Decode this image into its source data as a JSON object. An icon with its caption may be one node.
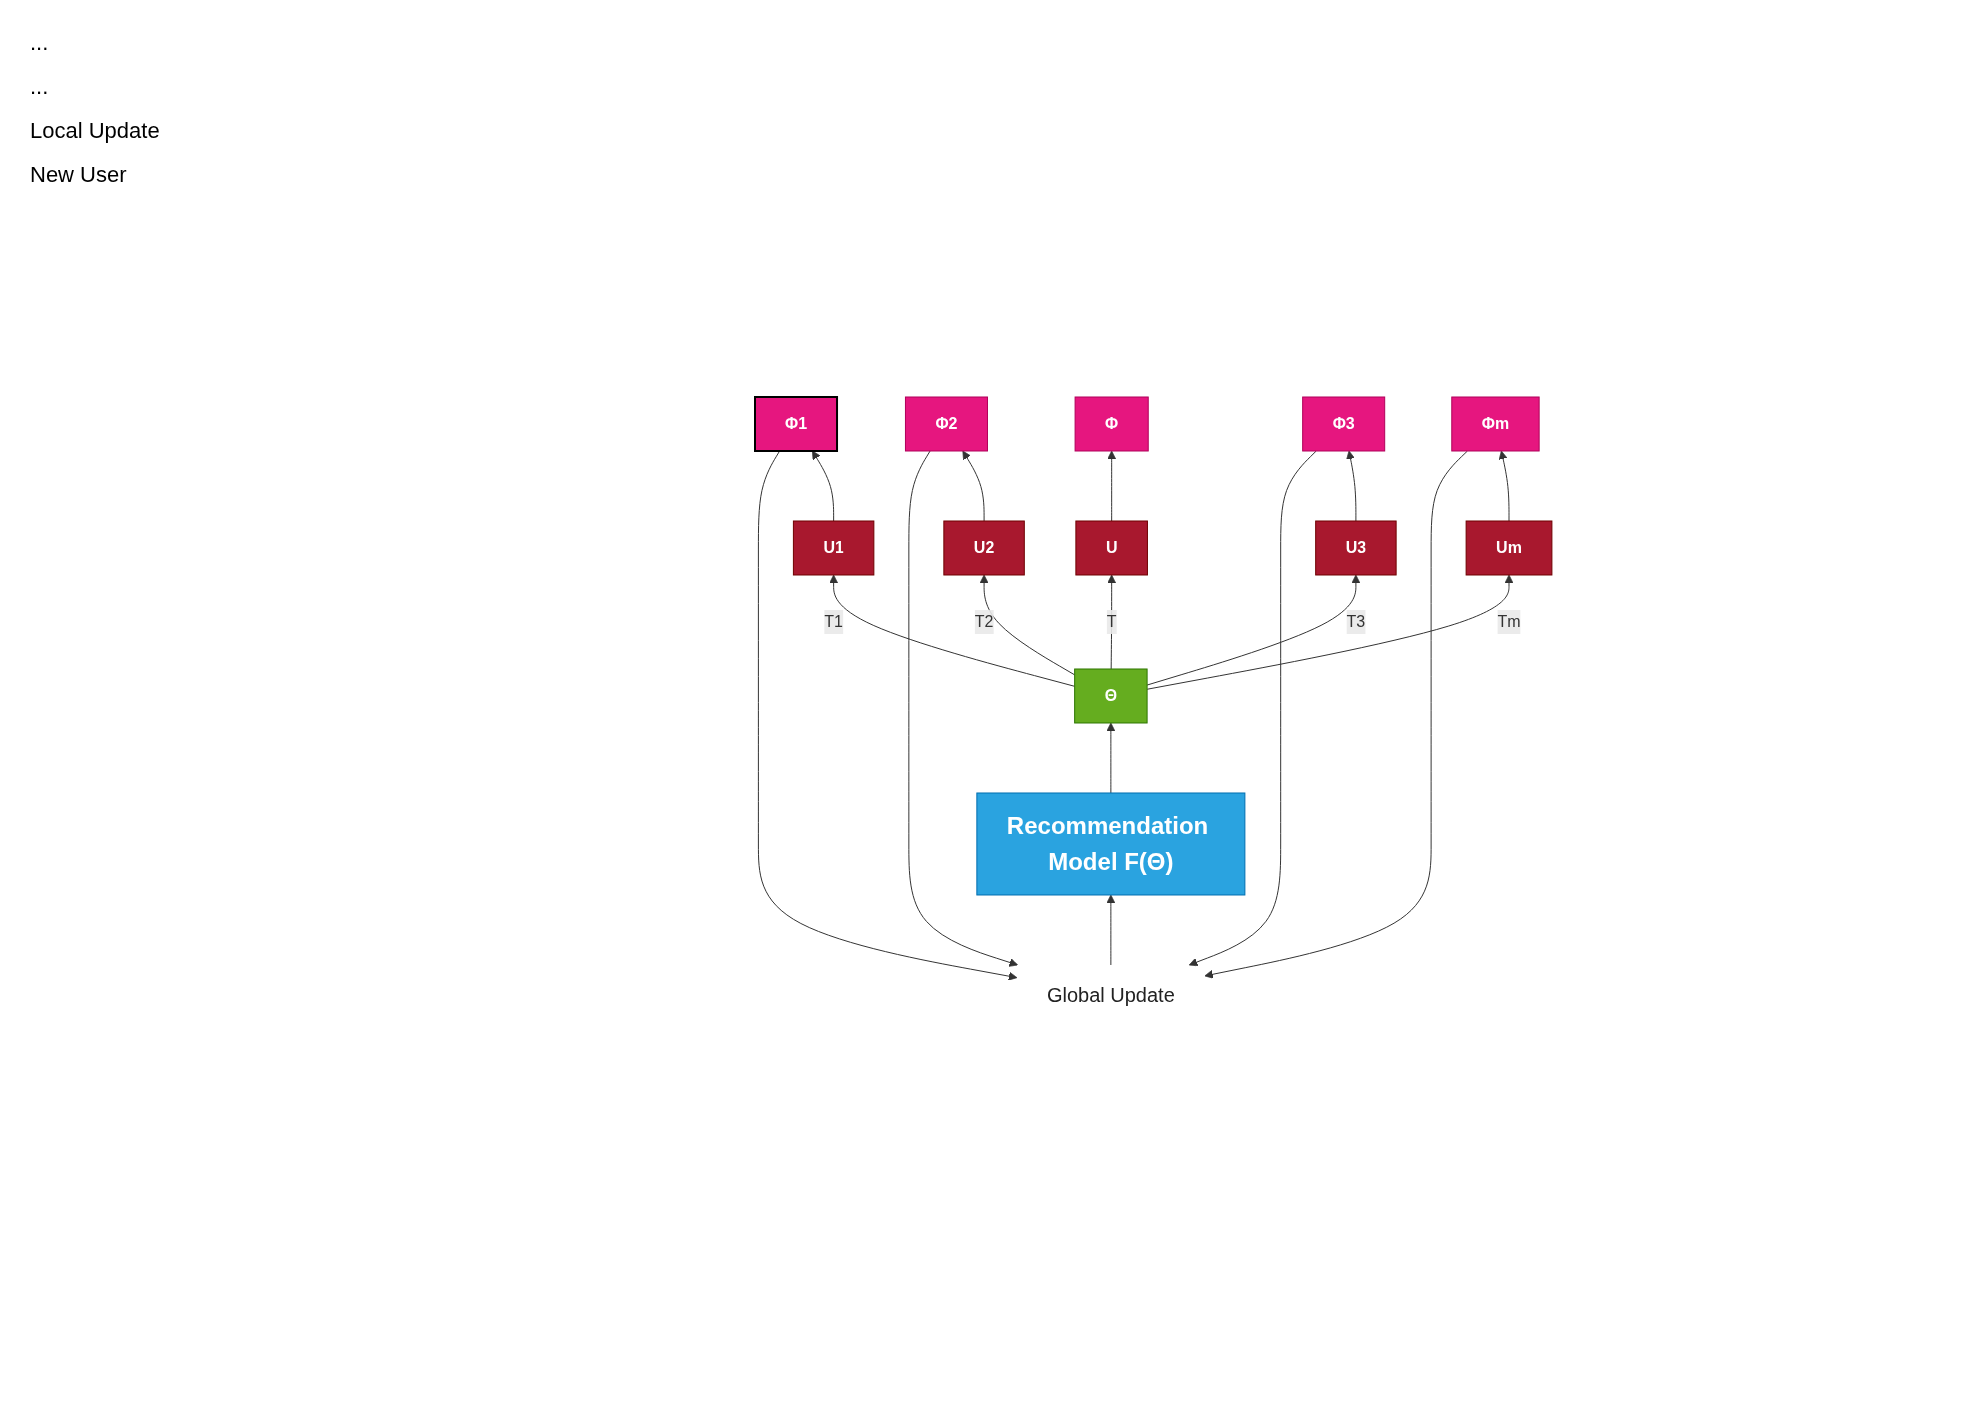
{
  "diagram": {
    "nodes": [
      {
        "text": [
          "Global Update"
        ]
      },
      {
        "text": [
          "Φ1"
        ]
      },
      {
        "text": [
          "Φ2"
        ]
      },
      {
        "text": [
          "Φ3"
        ]
      },
      {
        "text": [
          "Φm"
        ]
      },
      {
        "text": [
          "Φ"
        ]
      },
      {
        "text": [
          "U1"
        ]
      },
      {
        "text": [
          "U2"
        ]
      },
      {
        "text": [
          "U3"
        ]
      },
      {
        "text": [
          "Um"
        ]
      },
      {
        "text": [
          "U"
        ]
      },
      {
        "text": [
          "Θ"
        ]
      },
      {
        "text": [
          "Recommendation Model F(Θ)"
        ]
      }
    ],
    "edges": [
      {
        "from": 1,
        "to": 0,
        "arrow": "to"
      },
      {
        "from": 2,
        "to": 0,
        "arrow": "to"
      },
      {
        "from": 3,
        "to": 0,
        "arrow": "to"
      },
      {
        "from": 4,
        "to": 0,
        "arrow": "to"
      },
      {
        "from": 6,
        "to": 1,
        "arrow": "to"
      },
      {
        "from": 7,
        "to": 2,
        "arrow": "to"
      },
      {
        "from": 8,
        "to": 3,
        "arrow": "to"
      },
      {
        "from": 9,
        "to": 4,
        "arrow": "to"
      },
      {
        "from": 10,
        "to": 5,
        "arrow": "to"
      },
      {
        "from": 11,
        "to": 6,
        "label": "T1",
        "arrow": "to"
      },
      {
        "from": 11,
        "to": 7,
        "label": "T2",
        "arrow": "to"
      },
      {
        "from": 11,
        "to": 8,
        "label": "T3",
        "arrow": "to"
      },
      {
        "from": 11,
        "to": 9,
        "label": "Tm",
        "arrow": "to"
      },
      {
        "from": 11,
        "to": 10,
        "label": "T",
        "arrow": "to"
      },
      {
        "from": 12,
        "to": 11,
        "arrow": "to"
      },
      {
        "from": 0,
        "to": 12,
        "arrow": "to"
      }
    ],
    "labels": [
      "...",
      "...",
      "Local Update",
      "New User"
    ]
  }
}
